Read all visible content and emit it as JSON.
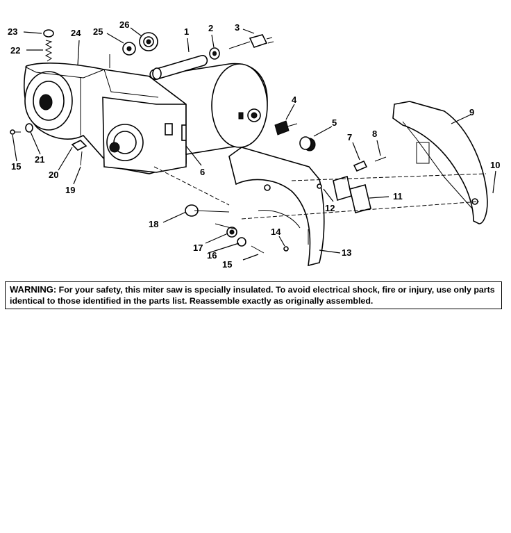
{
  "callouts": [
    "1",
    "2",
    "3",
    "4",
    "5",
    "6",
    "7",
    "8",
    "9",
    "10",
    "11",
    "12",
    "13",
    "14",
    "15",
    "16",
    "17",
    "18",
    "19",
    "20",
    "21",
    "15",
    "22",
    "23",
    "24",
    "25",
    "26"
  ],
  "warning": {
    "heading": "WARNING:",
    "text": "For your safety, this miter saw is specially insulated. To avoid electrical shock, fire or injury, use only parts identical to those identified in the parts list. Reassemble exactly as originally assembled."
  }
}
